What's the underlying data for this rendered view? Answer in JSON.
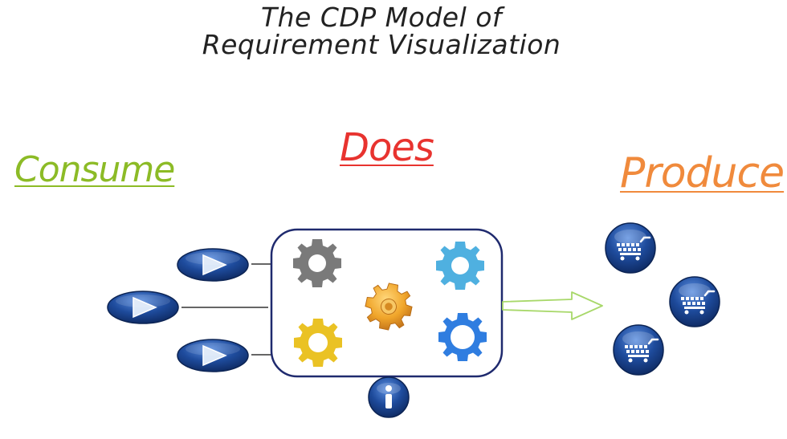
{
  "title": {
    "line1": "The CDP Model of",
    "line2": "Requirement Visualization"
  },
  "labels": {
    "consume": "Consume",
    "does": "Does",
    "produce": "Produce"
  },
  "colors": {
    "consume": "#8cbb26",
    "does": "#e8332f",
    "produce": "#f08a3c",
    "box_border": "#1f2a6e",
    "icon_blue": "#1e4b9c",
    "arrow_green": "#a8d86a"
  },
  "icons": {
    "inputs": [
      "play-icon",
      "play-icon",
      "play-icon"
    ],
    "gears": [
      "gear-icon-gray",
      "gear-icon-lightblue",
      "gear-icon-orange",
      "gear-icon-yellow",
      "gear-icon-blue"
    ],
    "info": "info-icon",
    "outputs": [
      "cart-icon",
      "cart-icon",
      "cart-icon"
    ]
  }
}
